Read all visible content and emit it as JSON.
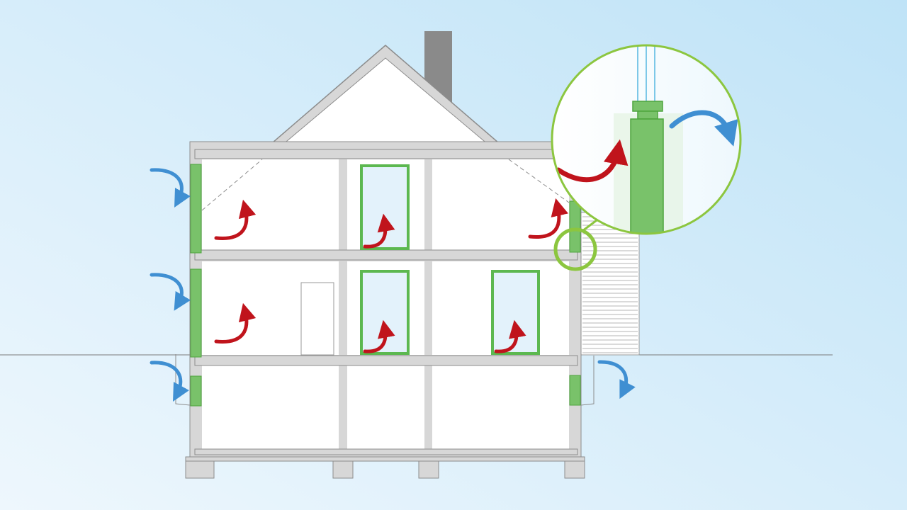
{
  "scene": {
    "name": "house-cross-section-insulation",
    "colors": {
      "background_light": "#eef7fd",
      "background_dark": "#bfe3f7",
      "wall": "#d7d7d7",
      "wall_outline": "#8c8c8c",
      "interior": "#ffffff",
      "insulation_green": "#79c26a",
      "insulation_outline": "#4ea43d",
      "window_glass": "#e3f2fb",
      "heat_arrow_red": "#c0141c",
      "cold_arrow_blue": "#3f8fd2",
      "chimney": "#8a8a8a",
      "callout_ring": "#8cc63f",
      "ground_line": "#7a7a7a"
    },
    "components": [
      "roof",
      "chimney",
      "attic",
      "upper-floor",
      "ground-floor",
      "basement",
      "exterior-wall-insulation",
      "windows",
      "neighbour-building",
      "detail-callout-magnifier"
    ],
    "arrows": {
      "heat_inside": 7,
      "cold_outside": 4
    }
  }
}
